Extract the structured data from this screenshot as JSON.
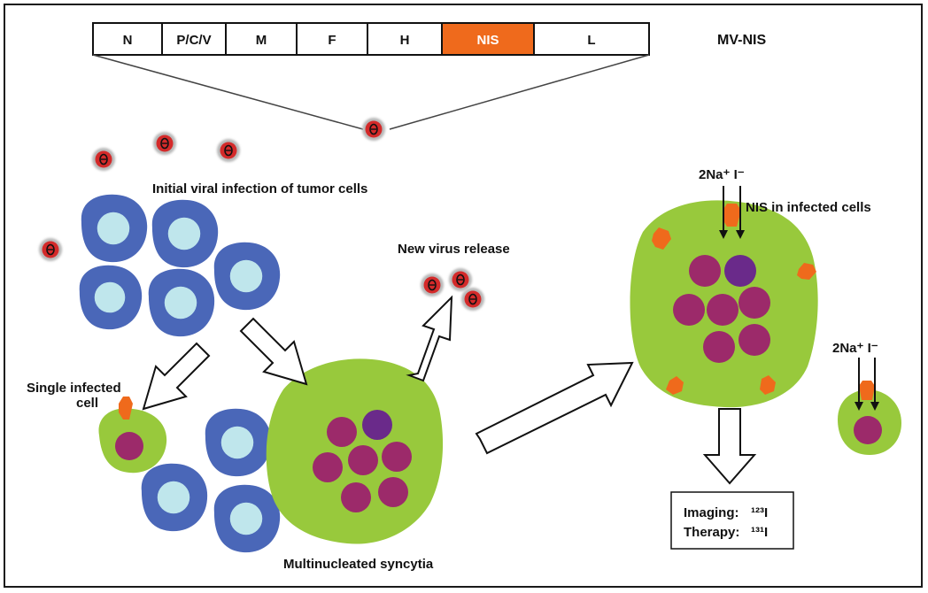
{
  "genome": {
    "segments": [
      "N",
      "P/C/V",
      "M",
      "F",
      "H",
      "NIS",
      "L"
    ],
    "highlight": "NIS",
    "highlight_color": "#ef6a1c",
    "construct_label": "MV-NIS"
  },
  "labels": {
    "initial_infection": "Initial viral infection of tumor cells",
    "new_virus_release": "New virus release",
    "single_infected_line1": "Single infected",
    "single_infected_line2": "cell",
    "multinucleated": "Multinucleated syncytia",
    "nis_in_cells": "NIS in infected cells",
    "ions_large": "2Na⁺ I⁻",
    "ions_small": "2Na⁺ I⁻"
  },
  "result_box": {
    "imaging_label": "Imaging:",
    "imaging_isotope": "¹²³I",
    "therapy_label": "Therapy:",
    "therapy_isotope": "¹³¹I"
  },
  "colors": {
    "tumor_cell": "#4a67b8",
    "tumor_nucleus": "#bfe6ec",
    "syncytium": "#98c93c",
    "nucleus": "#9c2a6a",
    "nucleus_alt": "#6a2a8a",
    "virus": "#d42a2a",
    "nis_channel": "#ef6a1c"
  }
}
